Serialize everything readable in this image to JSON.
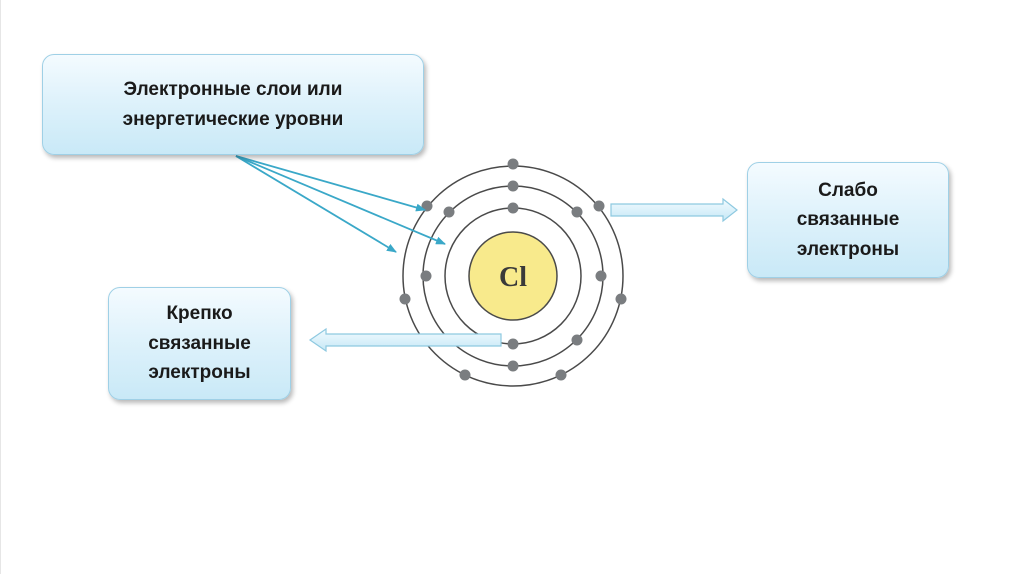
{
  "labels": {
    "layers": {
      "line1": "Электронные слои или",
      "line2": "энергетические уровни"
    },
    "weak": {
      "line1": "Слабо",
      "line2": "связанные",
      "line3": "электроны"
    },
    "strong": {
      "line1": "Крепко",
      "line2": "связанные",
      "line3": "электроны"
    }
  },
  "atom": {
    "symbol": "Cl",
    "shells": [
      {
        "name": "shell-1",
        "electrons": 2
      },
      {
        "name": "shell-2",
        "electrons": 8
      },
      {
        "name": "shell-3",
        "electrons": 7
      }
    ]
  },
  "colors": {
    "nucleus_fill": "#f8ea8c",
    "electron": "#7a7d80",
    "orbit": "#4a4a4a",
    "pointer_arrow": "#3aa8c8",
    "box_border": "#9fd0e6"
  }
}
